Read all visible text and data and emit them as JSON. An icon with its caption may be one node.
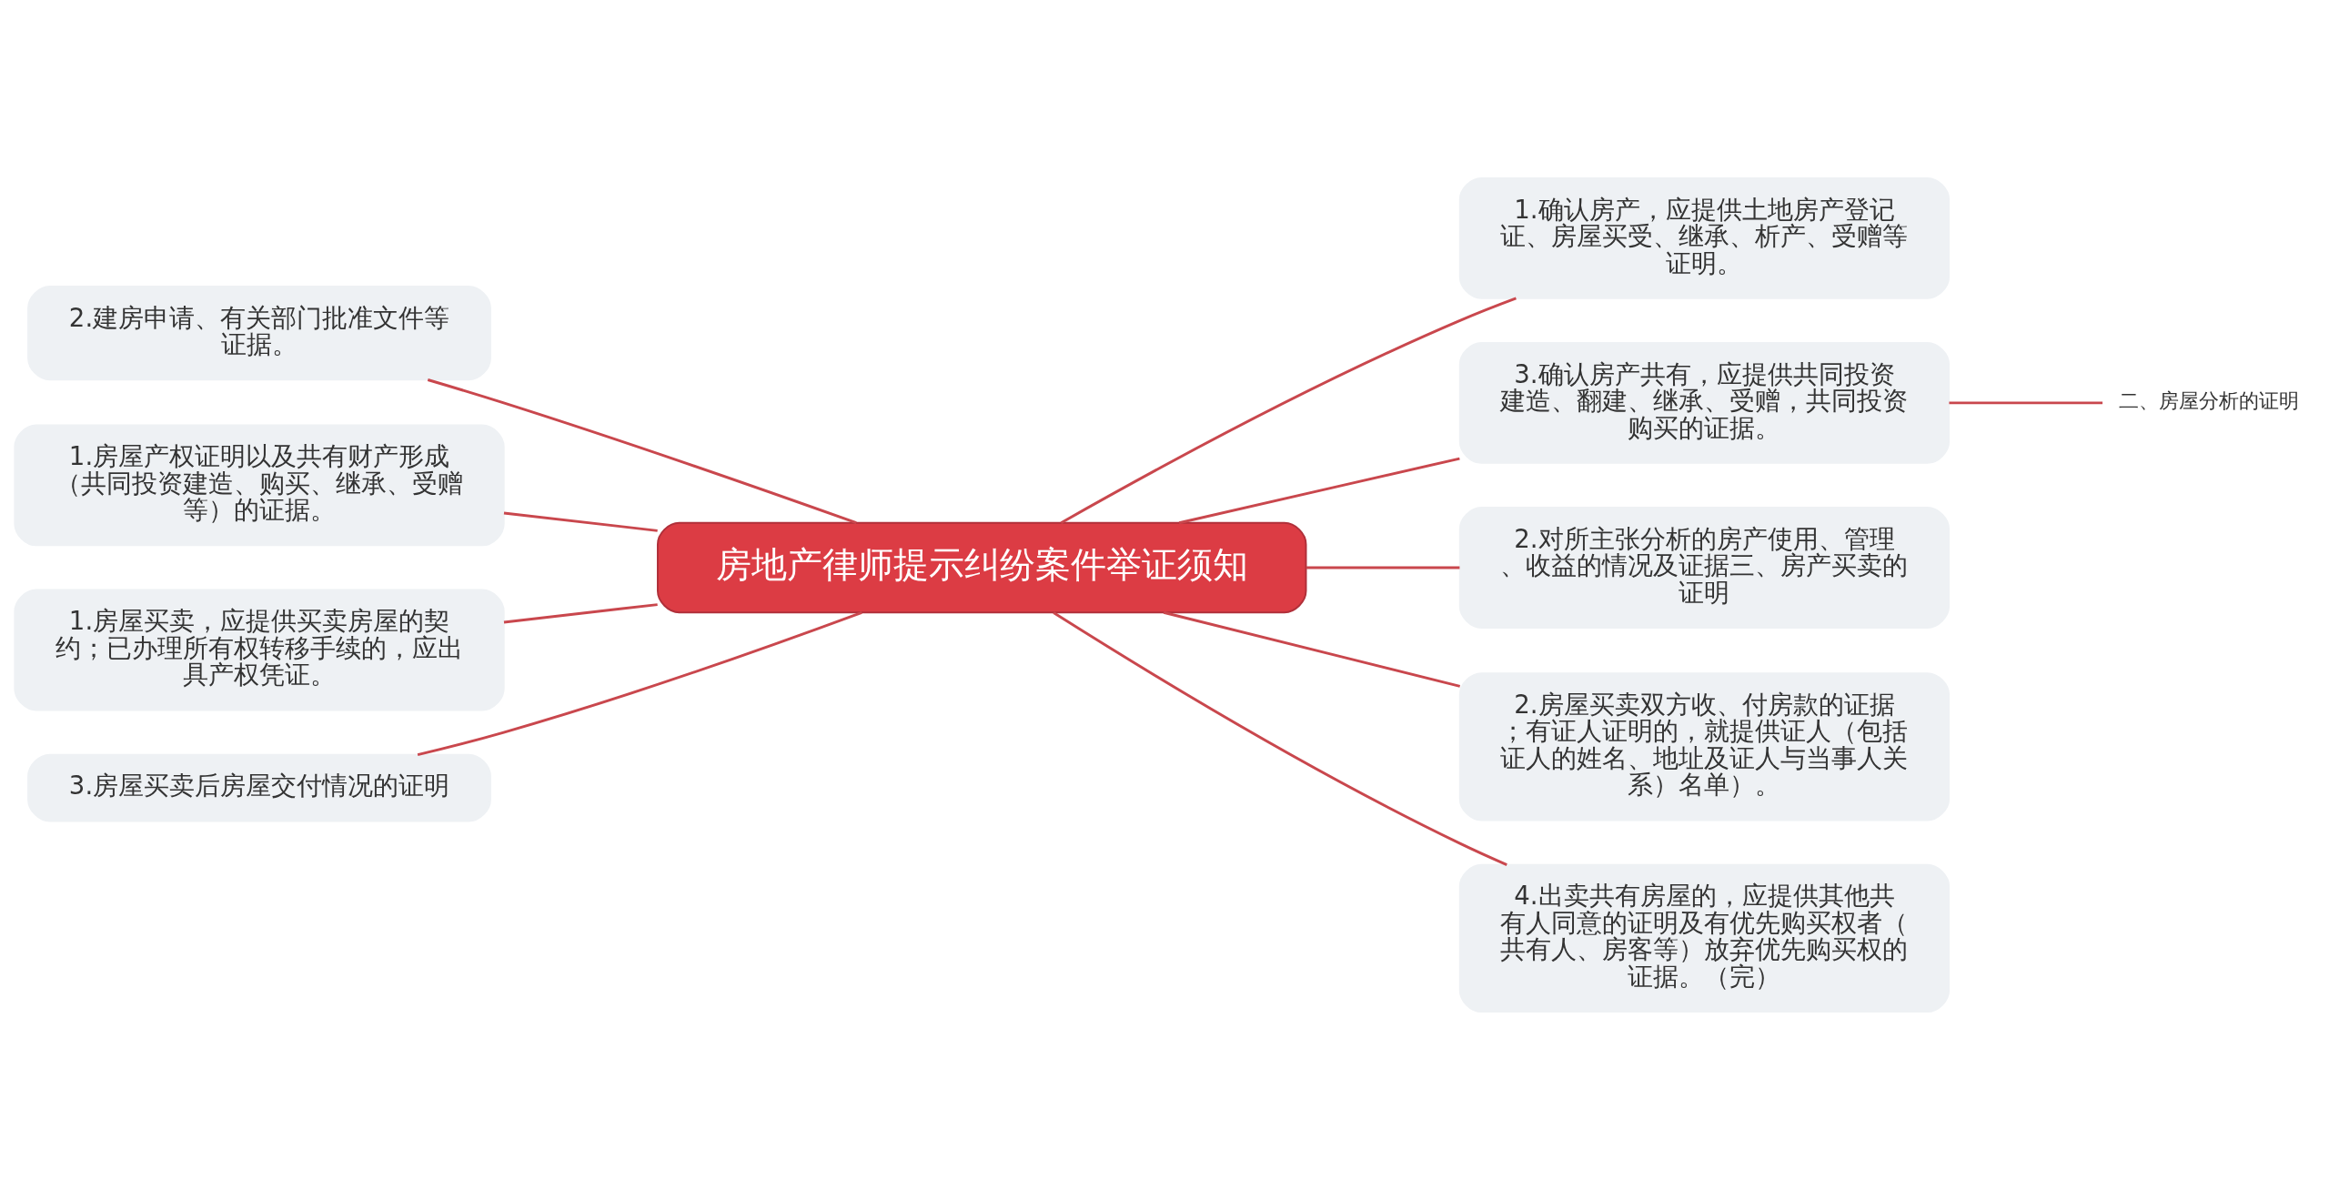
{
  "diagram": {
    "nodes": [
      {
        "text": [
          "房地产律师提示纠纷案件举证须知"
        ]
      },
      {
        "text": [
          "2.建房申请、有关部门批准文件等证据。"
        ]
      },
      {
        "text": [
          "1.房屋产权证明以及共有财产形成（共同投资建造、购买、继承、受赠等）的证据。"
        ]
      },
      {
        "text": [
          "1.房屋买卖，应提供买卖房屋的契约；已办理所有权转移手续的，应出具产权凭证。"
        ]
      },
      {
        "text": [
          "3.房屋买卖后房屋交付情况的证明"
        ]
      },
      {
        "text": [
          "1.确认房产，应提供土地房产登记证、房屋买受、继承、析产、受赠等证明。"
        ]
      },
      {
        "text": [
          "3.确认房产共有，应提供共同投资建造、翻建、继承、受赠，共同投资购买的证据。"
        ]
      },
      {
        "text": [
          "二、房屋分析的证明"
        ]
      },
      {
        "text": [
          "2.对所主张分析的房产使用、管理、收益的情况及证据三、房产买卖的证明"
        ]
      },
      {
        "text": [
          "2.房屋买卖双方收、付房款的证据；有证人证明的，就提供证人（包括证人的姓名、地址及证人与当事人关系）名单）。"
        ]
      },
      {
        "text": [
          "4.出卖共有房屋的，应提供其他共有人同意的证明及有优先购买权者（共有人、房客等）放弃优先购买权的证据。（完）"
        ]
      }
    ],
    "edges": [
      {
        "from": 0,
        "to": 1,
        "arrow": "none"
      },
      {
        "from": 0,
        "to": 2,
        "arrow": "none"
      },
      {
        "from": 0,
        "to": 3,
        "arrow": "none"
      },
      {
        "from": 0,
        "to": 4,
        "arrow": "none"
      },
      {
        "from": 0,
        "to": 5,
        "arrow": "none"
      },
      {
        "from": 0,
        "to": 6,
        "arrow": "none"
      },
      {
        "from": 6,
        "to": 7,
        "arrow": "none"
      },
      {
        "from": 0,
        "to": 8,
        "arrow": "none"
      },
      {
        "from": 0,
        "to": 9,
        "arrow": "none"
      },
      {
        "from": 0,
        "to": 10,
        "arrow": "none"
      }
    ]
  }
}
